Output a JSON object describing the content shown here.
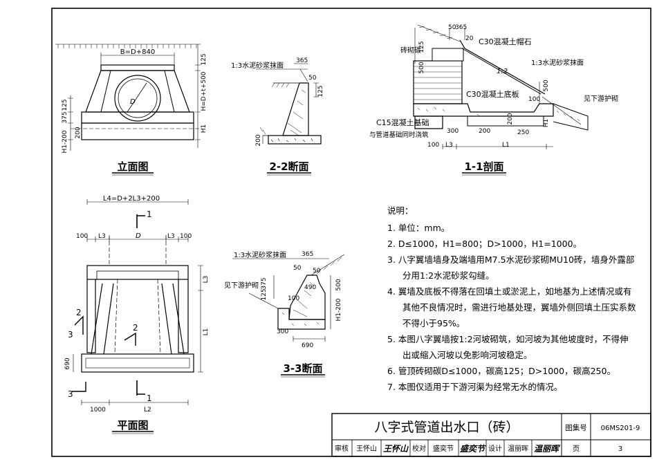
{
  "drawings": {
    "elevation": {
      "title": "立面图",
      "dims": {
        "top_width": "B=D+840",
        "d_symbol": "D",
        "right_125": "125",
        "right_h": "H=D+t+500",
        "right_h1": "H1",
        "left_125": "125",
        "left_375": "375",
        "left_h1": "H1-200",
        "left_200": "200"
      }
    },
    "section_22": {
      "title": "2-2断面",
      "mortar_label": "1:3水泥砂浆抹面",
      "dims": {
        "d365": "365",
        "d50": "50",
        "d125": "125",
        "d200": "200"
      }
    },
    "section_11": {
      "title": "1-1剖面",
      "labels": {
        "brick_cap": "砖砌碳",
        "concrete_cap": "C30混凝土帽石",
        "mortar": "1:3水泥砂浆抹面",
        "slope": "1:2",
        "base_slab": "C30混凝土底板",
        "foundation": "C15混凝土基础",
        "foundation_note": "与管道基础同时浇筑",
        "see_protection": "见下游护砌"
      },
      "dims": {
        "d50": "50",
        "d365": "365",
        "d20": "20",
        "d125": "125",
        "d500": "500",
        "d100": "100",
        "d100b": "100",
        "d200": "200",
        "d300": "300",
        "d200b": "200",
        "d250": "250",
        "l3": "L3",
        "l1": "L1",
        "h1": "H1"
      }
    },
    "plan": {
      "title": "平面图",
      "dims": {
        "top": "L4=D+2L3+200",
        "d100_l": "100",
        "l3_l": "L3",
        "d": "D",
        "l3_r": "L3",
        "d100_r": "100",
        "right_l3": "L3",
        "right_l1": "L1",
        "left_690": "690",
        "bottom_1000": "1000",
        "bottom_l2": "L2"
      },
      "cuts": {
        "c1": "1",
        "c2": "2",
        "c3": "3"
      }
    },
    "section_33": {
      "title": "3-3断面",
      "mortar_label": "1:3水泥砂浆抹面",
      "see_protection": "见下游护砌",
      "dims": {
        "d365": "365",
        "d50": "50",
        "d50b": "50",
        "d375": "375",
        "d125": "125",
        "d490": "490",
        "d100": "100",
        "d500": "500",
        "h1": "H1-200",
        "d300": "300",
        "d690": "690"
      }
    }
  },
  "notes": {
    "heading": "说明：",
    "items": [
      "1. 单位：mm。",
      "2. D≤1000，H1=800；D>1000，H1=1000。",
      "3. 八字翼墙墙身及端墙用M7.5水泥砂浆砌MU10砖，墙身外露部分用1:2水泥砂浆勾缝。",
      "4. 翼墙及底板不得落在回填土或淤泥上，如地基为上述情况或有其他不良情况时，需进行地基处理，翼墙外侧回填土压实系数不得小于95%。",
      "5. 本图八字翼墙按1:2河坡砌筑，如河坡为其他坡度时，不得伸出或缩入河坡以免影响河坡稳定。",
      "6. 管顶砖砌碳D≤1000，碳高125；D>1000，碳高250。",
      "7. 本图仅适用于下游河渠为经常无水的情况。"
    ]
  },
  "title_block": {
    "title": "八字式管道出水口（砖）",
    "atlas_label": "图集号",
    "atlas_no": "06MS201-9",
    "review_label": "审核",
    "reviewer": "王怀山",
    "reviewer_sig": "王怀山",
    "check_label": "校对",
    "checker": "盛奕节",
    "checker_sig": "盛奕节",
    "design_label": "设计",
    "designer": "温丽晖",
    "designer_sig": "温丽晖",
    "page_label": "页",
    "page_no": "3"
  }
}
